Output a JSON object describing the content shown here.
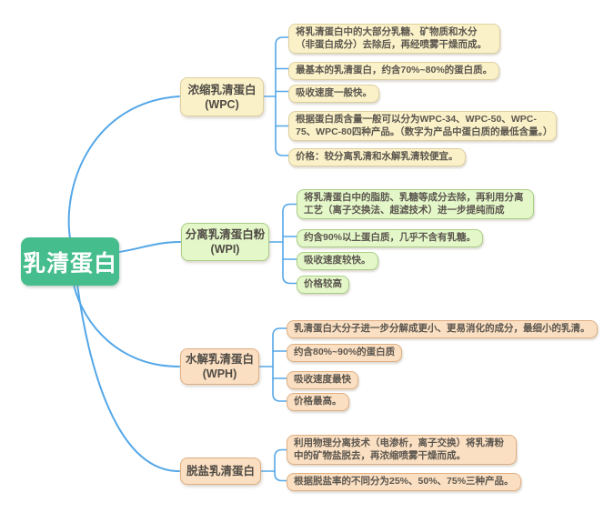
{
  "root": {
    "label": "乳清蛋白"
  },
  "branches": [
    {
      "label": "浓缩乳清蛋白",
      "sublabel": "(WPC)",
      "leaves": [
        "将乳清蛋白中的大部分乳糖、矿物质和水分（非蛋白成分）去除后，再经喷雾干燥而成。",
        "最基本的乳清蛋白，约含70%~80%的蛋白质。",
        "吸收速度一般快。",
        "根据蛋白质含量一般可以分为WPC-34、WPC-50、WPC-75、WPC-80四种产品。（数字为产品中蛋白质的最低含量。）",
        "价格：较分离乳清和水解乳清较便宜。"
      ]
    },
    {
      "label": "分离乳清蛋白粉",
      "sublabel": "(WPI)",
      "leaves": [
        "将乳清蛋白中的脂肪、乳糖等成分去除，再利用分离工艺（离子交换法、超滤技术）进一步提纯而成",
        "约含90%以上蛋白质，几乎不含有乳糖。",
        "吸收速度较快。",
        "价格较高"
      ]
    },
    {
      "label": "水解乳清蛋白",
      "sublabel": "(WPH)",
      "leaves": [
        "乳清蛋白大分子进一步分解成更小、更易消化的成分，最细小的乳清。",
        "约含80%~90%的蛋白质",
        "吸收速度最快",
        "价格最高。"
      ]
    },
    {
      "label": "脱盐乳清蛋白",
      "sublabel": "",
      "leaves": [
        "利用物理分离技术（电渗析，离子交换）将乳清粉中的矿物盐脱去，再浓缩喷雾干燥而成。",
        "根据脱盐率的不同分为25%、50%、75%三种产品。"
      ]
    }
  ],
  "colors": {
    "root_fill": "#45bd8c",
    "root_text": "#ffffff",
    "wpc_fill": "#fbf1c9",
    "wpc_border": "#ddcf9f",
    "wpi_fill": "#e4f7c9",
    "wpi_border": "#a9ce85",
    "wph_fill": "#fbdfc2",
    "wph_border": "#dfaf82",
    "connector": "#54a7e8",
    "node_text": "#5b564e"
  }
}
